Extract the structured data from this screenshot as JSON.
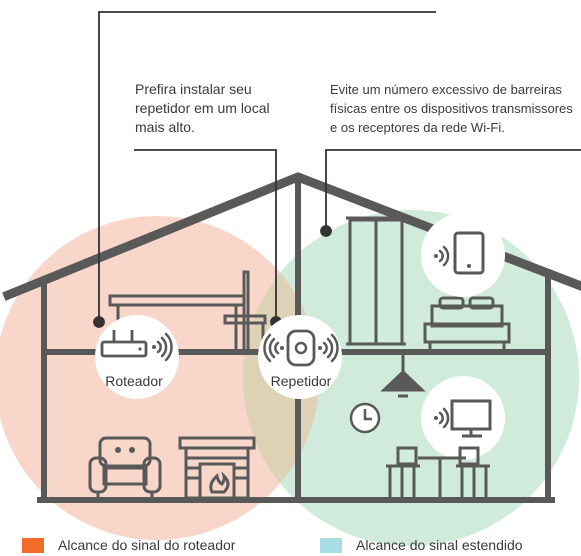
{
  "notes": {
    "repeater_tip": "Prefira instalar seu\nrepetidor em um local\nmais alto.",
    "barrier_tip": "Evite um número excessivo de barreiras\nfísicas entre os dispositivos transmissores\ne os receptores da rede Wi-Fi."
  },
  "devices": {
    "router_label": "Roteador",
    "repeater_label": "Repetidor"
  },
  "legend": [
    {
      "label": "Alcance do sinal do roteador",
      "color": "#f26b2a"
    },
    {
      "label": "Alcance do sinal estendido",
      "color": "#a8dde5"
    }
  ],
  "colors": {
    "router_zone": "#f7cfc1",
    "extended_zone": "#c8e8d6",
    "overlap": "#ddd2b6",
    "house_line": "#595959"
  }
}
